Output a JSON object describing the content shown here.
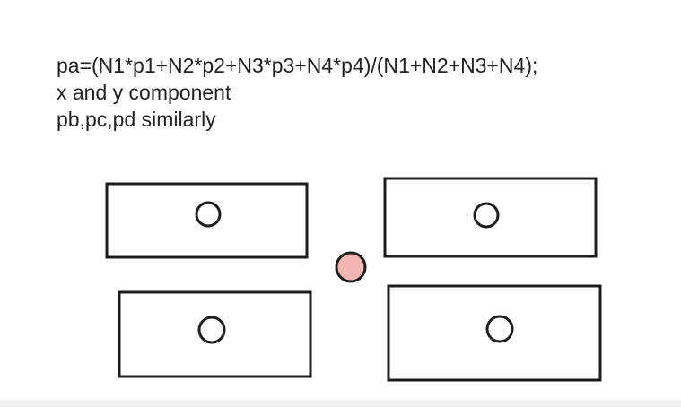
{
  "note": {
    "lines": [
      "pa=(N1*p1+N2*p2+N3*p3+N4*p4)/(N1+N2+N3+N4);",
      "x and y component",
      "pb,pc,pd similarly"
    ]
  },
  "colors": {
    "stroke": "#1c1c1c",
    "center_fill": "#f4b6b2",
    "background": "#ffffff",
    "footer": "#f1f1f1"
  }
}
